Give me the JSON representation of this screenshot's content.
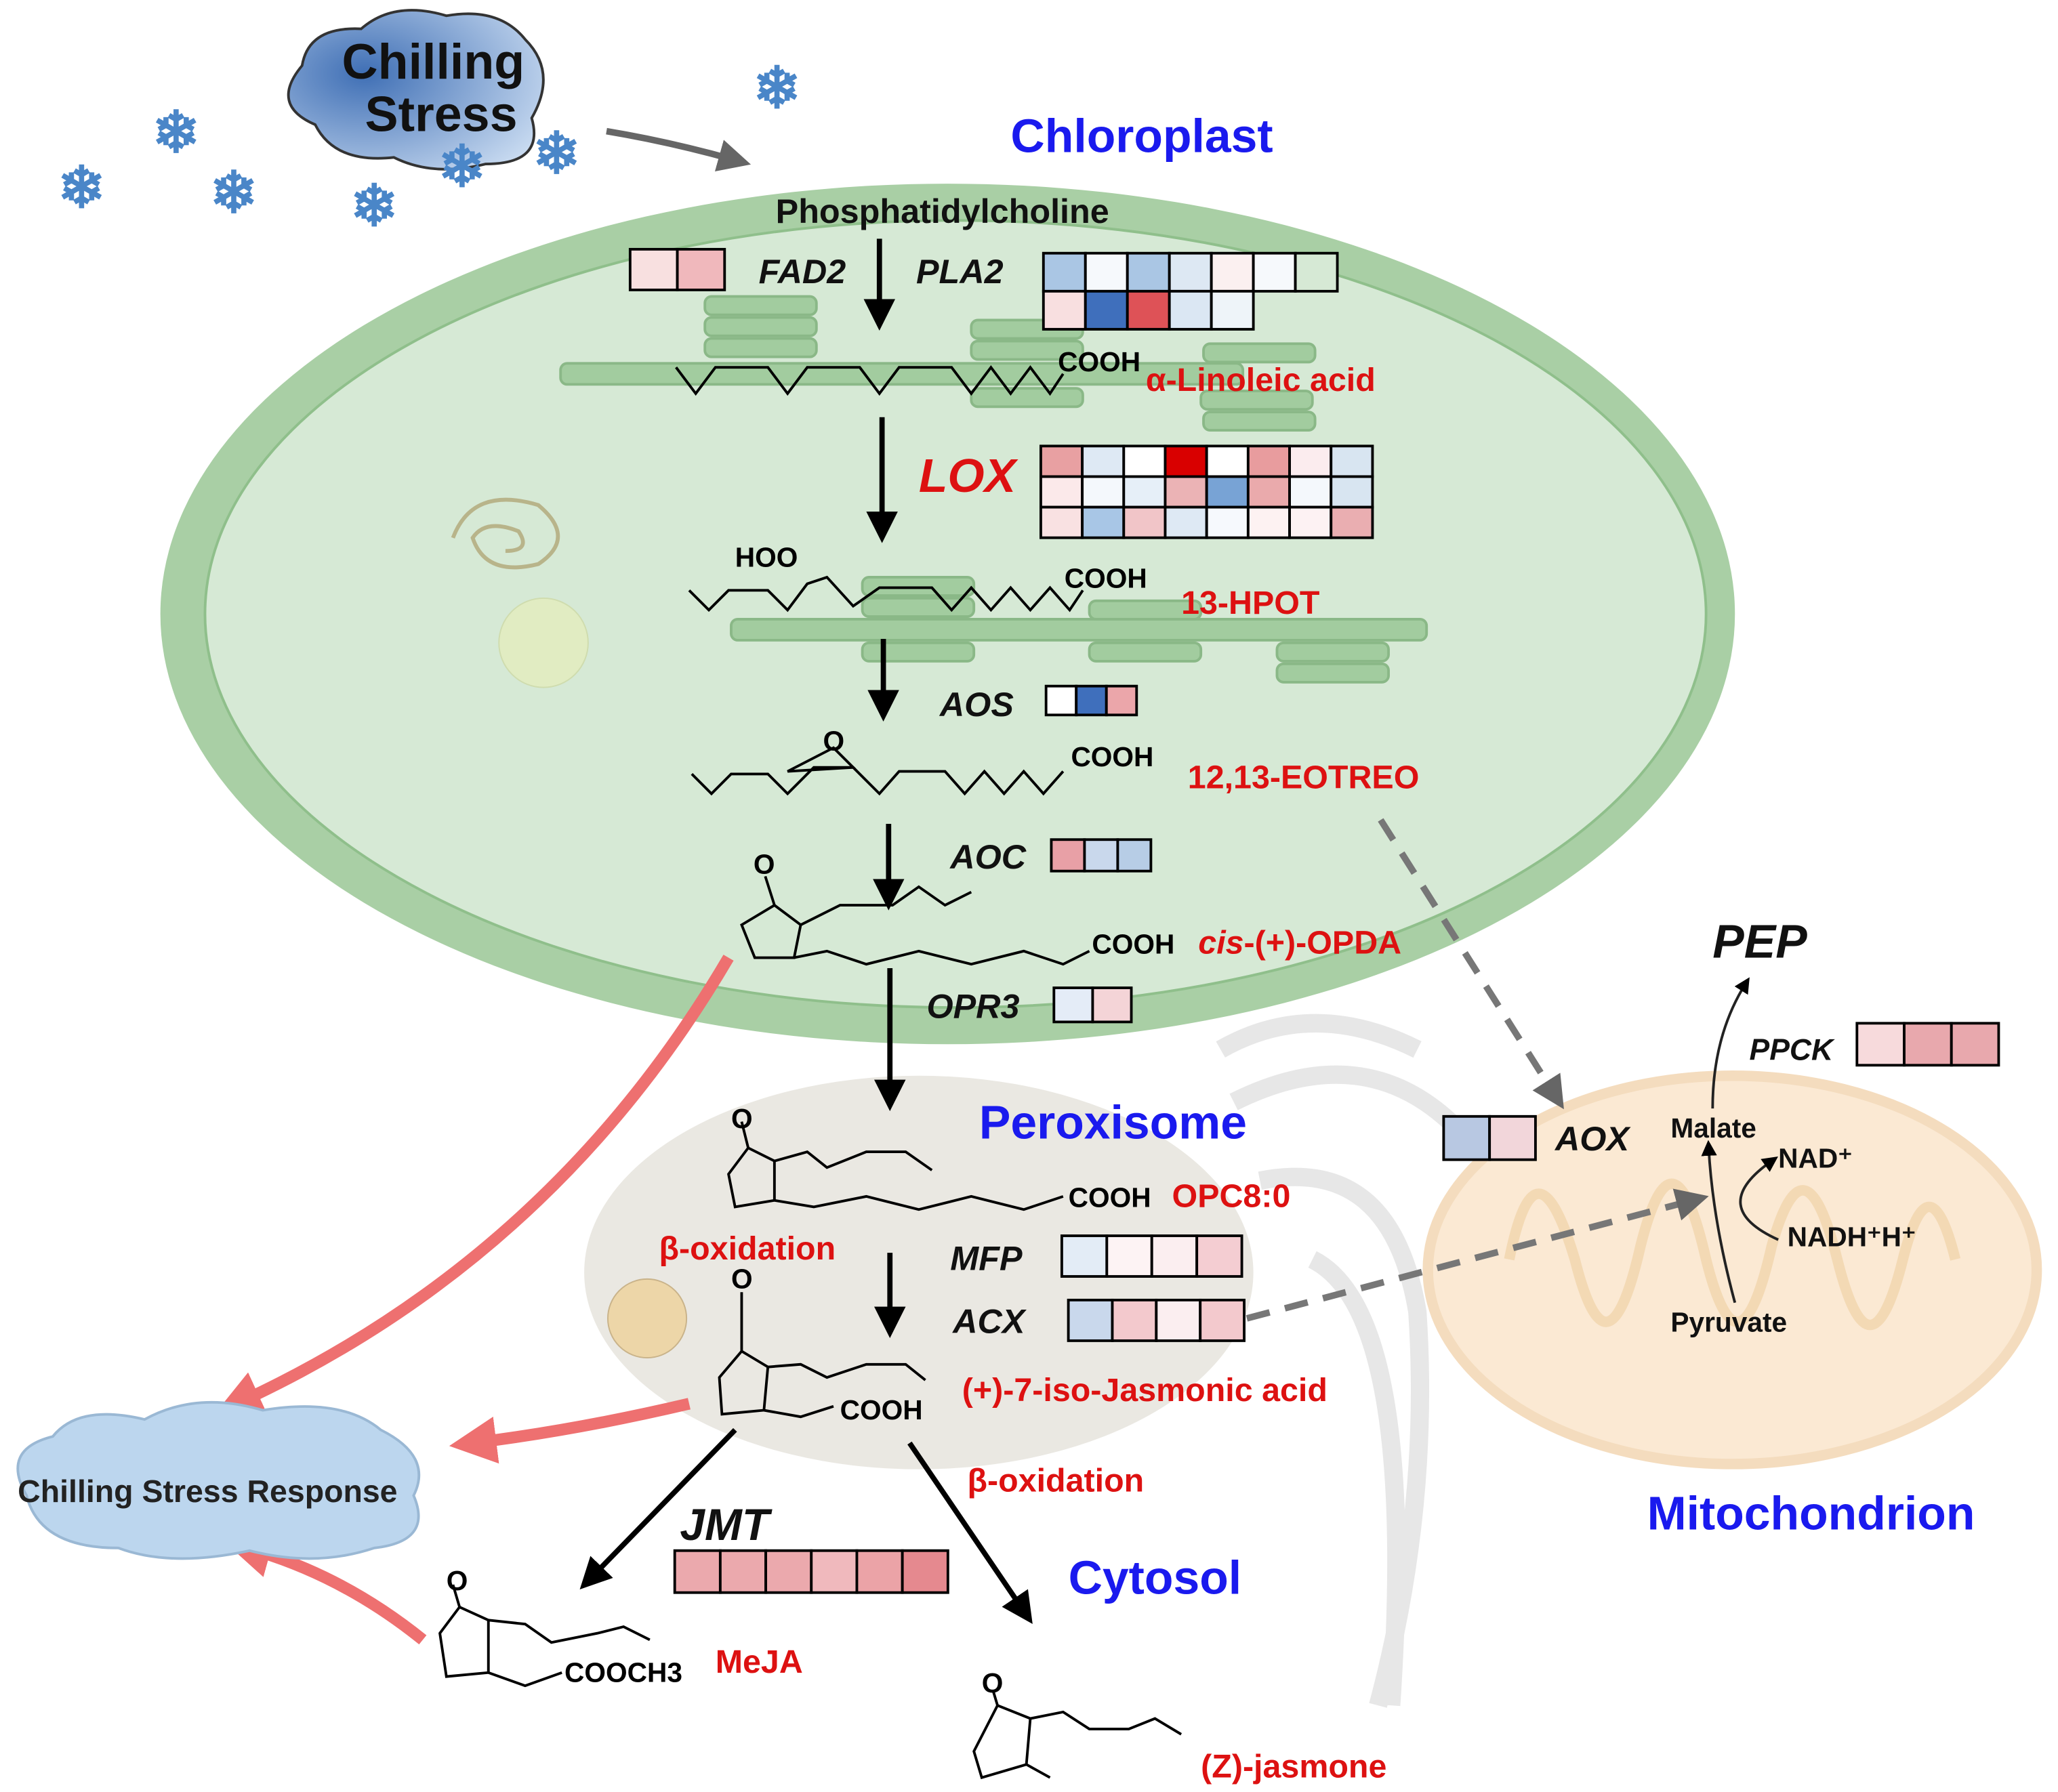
{
  "stress": {
    "title_line1": "Chilling",
    "title_line2": "Stress"
  },
  "compartments": {
    "chloroplast": "Chloroplast",
    "peroxisome": "Peroxisome",
    "cytosol": "Cytosol",
    "mitochondrion": "Mitochondrion"
  },
  "response": "Chilling Stress Response",
  "metabolites": {
    "phosphatidylcholine": "Phosphatidylcholine",
    "linoleic": "α-Linoleic acid",
    "hpot": "13-HPOT",
    "eotreo": "12,13-EOTREO",
    "opda_prefix": "cis",
    "opda_suffix": "-(+)-OPDA",
    "opc": "OPC8:0",
    "ja": "(+)-7-iso-Jasmonic acid",
    "meja": "MeJA",
    "jasmone": "(Z)-jasmone",
    "pep": "PEP",
    "malate": "Malate",
    "nad": "NAD⁺",
    "nadh": "NADH⁺H⁺",
    "pyruvate": "Pyruvate"
  },
  "labels": {
    "cooh": "COOH",
    "hoo": "HOO",
    "o": "O",
    "cooch3": "COOCH3",
    "beta_ox": "β-oxidation"
  },
  "genes": {
    "FAD2": {
      "label": "FAD2",
      "rows": [
        [
          "#f8e0e0",
          "#f0b8bc"
        ]
      ]
    },
    "PLA2": {
      "label": "PLA2",
      "rows": [
        [
          "#aac6e4",
          "#f6f9fc",
          "#aac6e4",
          "#dde8f3",
          "#fbf0f0",
          "#f6f9fc",
          "#d6e9d5"
        ],
        [
          "#f8dfe0",
          "#3f6fbc",
          "#de5257",
          "#dbe7f3",
          "#eef4f9"
        ]
      ]
    },
    "LOX": {
      "label": "LOX",
      "rows": [
        [
          "#e8a0a2",
          "#dee9f4",
          "#ffffff",
          "#d90000",
          "#ffffff",
          "#e89c9e",
          "#fbecee",
          "#d8e5f1"
        ],
        [
          "#fbe9ea",
          "#f4f8fc",
          "#e6eff8",
          "#ebb3b5",
          "#78a3d5",
          "#eaaaac",
          "#f4f8fc",
          "#d8e5f1"
        ],
        [
          "#f9e1e2",
          "#a8c6e6",
          "#f1c5c8",
          "#dee9f4",
          "#f6f9fd",
          "#fdf2f2",
          "#fdf2f3",
          "#eaaeb1"
        ]
      ]
    },
    "AOS": {
      "label": "AOS",
      "rows": [
        [
          "#ffffff",
          "#3f6fbc",
          "#eba6aa"
        ]
      ]
    },
    "AOC": {
      "label": "AOC",
      "rows": [
        [
          "#e8a0a6",
          "#c9d8ec",
          "#b7cde6"
        ]
      ]
    },
    "OPR3": {
      "label": "OPR3",
      "rows": [
        [
          "#e4ecf7",
          "#f4d4d7"
        ]
      ]
    },
    "MFP": {
      "label": "MFP",
      "rows": [
        [
          "#e3ecf6",
          "#fdf3f4",
          "#fbeef0",
          "#f4cdd2"
        ]
      ]
    },
    "ACX": {
      "label": "ACX",
      "rows": [
        [
          "#c9d8ec",
          "#f3c9cd",
          "#fbeef0",
          "#f3c9cd"
        ]
      ]
    },
    "JMT": {
      "label": "JMT",
      "rows": [
        [
          "#eba9ad",
          "#eba9ad",
          "#eba9ad",
          "#f0b9bd",
          "#eba3a7",
          "#e5898f"
        ]
      ]
    },
    "AOX": {
      "label": "AOX",
      "rows": [
        [
          "#b8c8e2",
          "#f2d6da"
        ]
      ]
    },
    "PPCK": {
      "label": "PPCK",
      "rows": [
        [
          "#f7dadc",
          "#e8a8ad",
          "#e8a8ad"
        ]
      ]
    }
  }
}
